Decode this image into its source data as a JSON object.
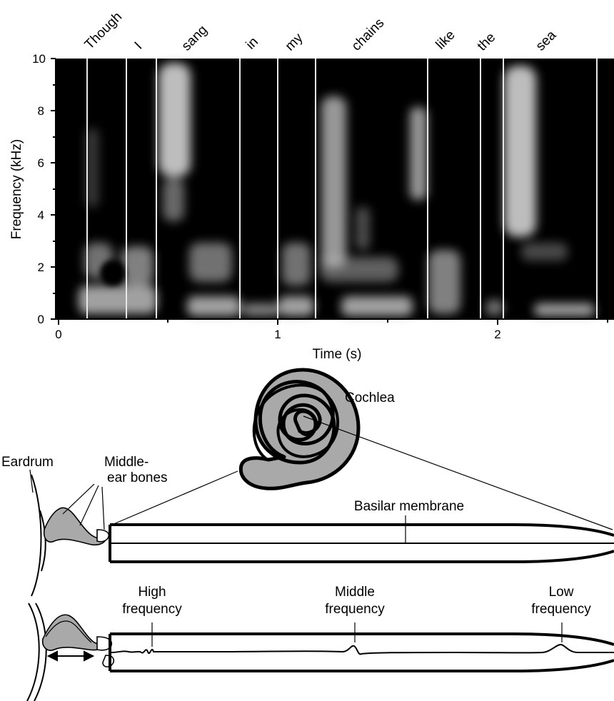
{
  "spectrogram": {
    "ylabel": "Frequency (kHz)",
    "xlabel": "Time (s)",
    "y_ticks": [
      "0",
      "2",
      "4",
      "6",
      "8",
      "10"
    ],
    "x_ticks": [
      "0",
      "1",
      "2"
    ],
    "words": [
      "Though",
      "I",
      "sang",
      "in",
      "my",
      "chains",
      "like",
      "the",
      "sea"
    ]
  },
  "ear": {
    "cochlea_label": "Cochlea",
    "eardrum_label": "Eardrum",
    "middle_ear_label_1": "Middle-",
    "middle_ear_label_2": "ear bones",
    "basilar_label": "Basilar membrane",
    "high_1": "High",
    "high_2": "frequency",
    "middle_1": "Middle",
    "middle_2": "frequency",
    "low_1": "Low",
    "low_2": "frequency"
  }
}
